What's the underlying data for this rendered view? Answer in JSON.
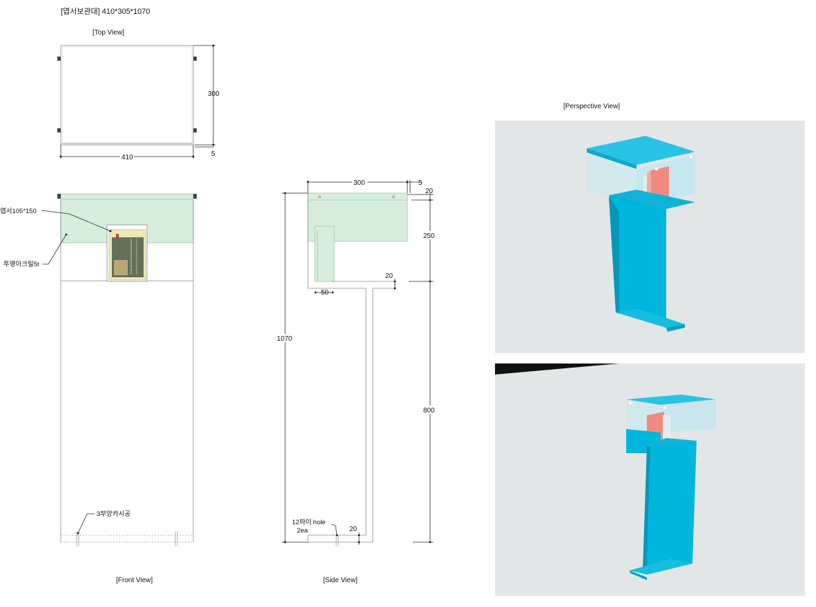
{
  "drawing_title": "[엽서보관대] 410*305*1070",
  "views": {
    "top": "[Top View]",
    "front": "[Front View]",
    "side": "[Side View]",
    "perspective": "[Perspective View]"
  },
  "top_dims": {
    "height": "300",
    "width": "410",
    "thickness": "5"
  },
  "front_annotations": {
    "postcard": "엽서105*150",
    "acrylic": "투명아크릴5t",
    "pipe": "3부앙카시공"
  },
  "side_dims": {
    "top_depth": "300",
    "top_thick": "5",
    "top_gap": "20",
    "box_height": "250",
    "shelf": "20",
    "slot": "50",
    "total_height": "1070",
    "stand_height": "800",
    "hole_label_1": "12파이 hole",
    "hole_label_2": "2ea",
    "base": "20"
  },
  "colors": {
    "acrylic_green": "#d7eedd",
    "stand_blue": "#00b6dc",
    "accent_red": "#f08a80",
    "perspective_bg": "#e3e6e6"
  }
}
